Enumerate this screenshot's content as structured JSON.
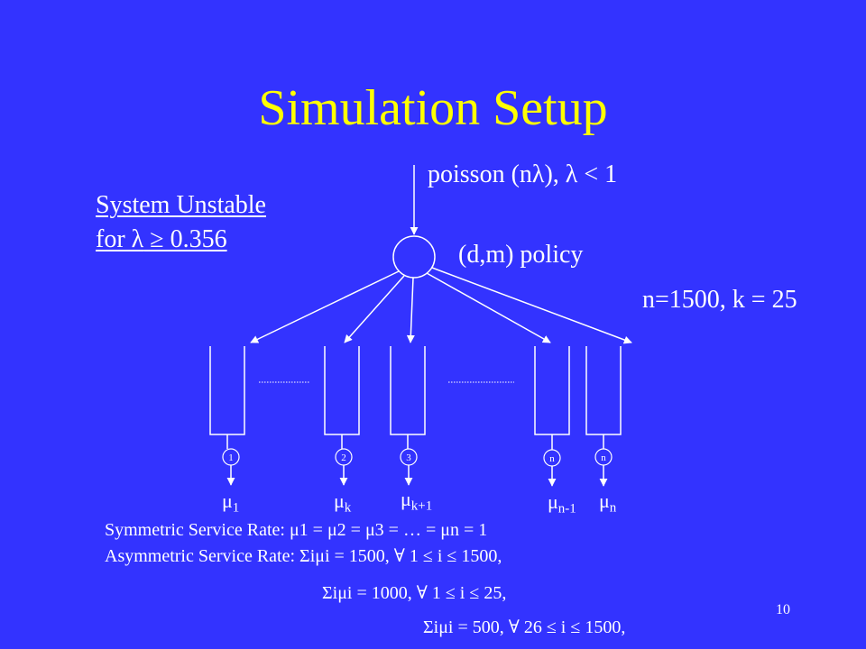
{
  "title": "Simulation Setup",
  "arrival_label": "poisson (nλ), λ < 1",
  "policy_label": "(d,m) policy",
  "params_label": "n=1500, k = 25",
  "unstable": {
    "line1": "System Unstable",
    "line2_prefix": "for λ",
    "line2_suffix": " ≥ 0.356"
  },
  "servers": [
    {
      "number": "1",
      "rate_base": "μ",
      "rate_sub": "1"
    },
    {
      "number": "2",
      "rate_base": "μ",
      "rate_sub": "k"
    },
    {
      "number": "3",
      "rate_base": "μ",
      "rate_sub": "k+1"
    },
    {
      "number": "n",
      "rate_base": "μ",
      "rate_sub": "n-1"
    },
    {
      "number": "n",
      "rate_base": "μ",
      "rate_sub": "n"
    }
  ],
  "symmetric": {
    "prefix": "Symmetric Service Rate: ",
    "text": "μ1 = μ2 = μ3 = … = μn = 1"
  },
  "asymmetric": {
    "prefix": "Asymmetric Service Rate: ",
    "line1": "Σiμi = 1500, ∀ 1 ≤ i ≤ 1500,",
    "line2": "Σiμi = 1000, ∀ 1 ≤ i ≤ 25,",
    "line3": "Σiμi = 500, ∀ 26 ≤ i ≤ 1500,"
  },
  "page_number": "10",
  "colors": {
    "background": "#3333ff",
    "title": "#ffff00",
    "foreground": "#ffffff"
  }
}
